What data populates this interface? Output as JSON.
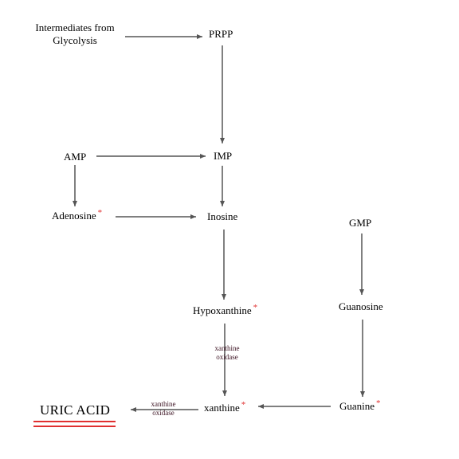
{
  "nodes": {
    "intermediates": "Intermediates from Glycolysis",
    "prpp": "PRPP",
    "amp": "AMP",
    "imp": "IMP",
    "adenosine": "Adenosine",
    "inosine": "Inosine",
    "gmp": "GMP",
    "hypoxanthine": "Hypoxanthine",
    "guanosine": "Guanosine",
    "xanthine": "xanthine",
    "guanine": "Guanine",
    "uric_acid": "URIC ACID"
  },
  "marker": "*",
  "enzymes": {
    "vertical": {
      "line1": "xanthine",
      "line2": "oxidase"
    },
    "horizontal": {
      "line1": "xanthine",
      "line2": "oxidase"
    }
  },
  "colors": {
    "arrow": "#555555",
    "marker": "#e03030",
    "underline": "#e03030",
    "enzyme_text": "#3a1020"
  }
}
